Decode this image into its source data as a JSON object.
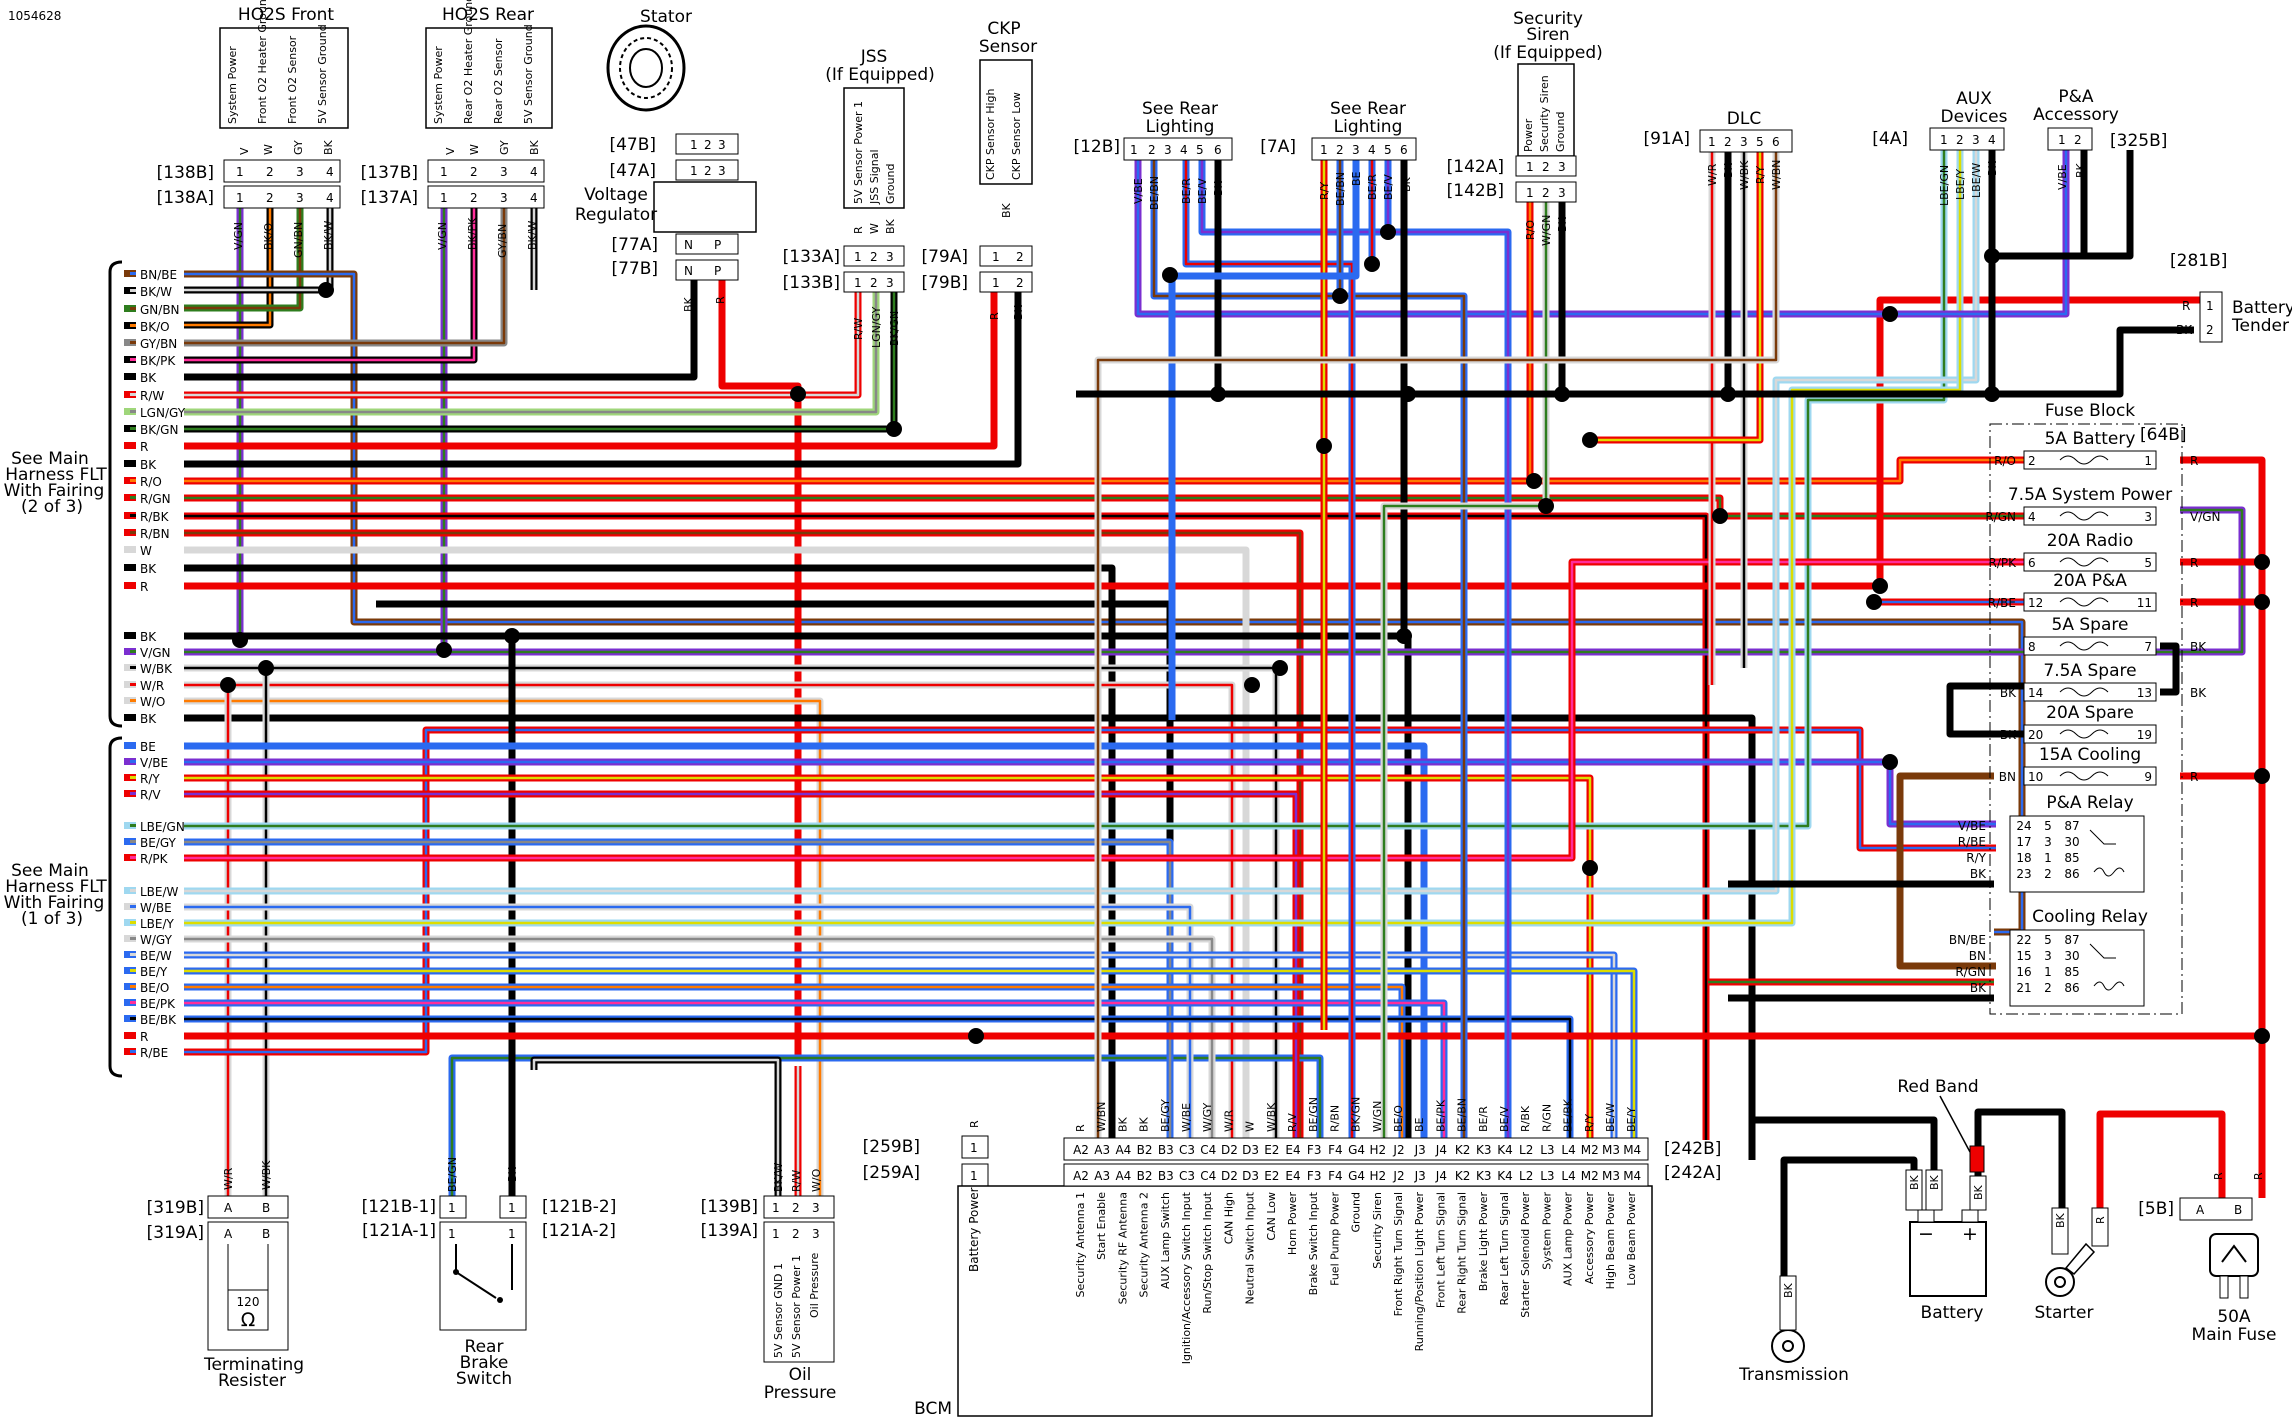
{
  "figure_id": "1054628",
  "components": {
    "ho2s_front": {
      "title": "HO2S Front",
      "pins": [
        "System Power",
        "Front O2 Heater Ground",
        "Front O2 Sensor",
        "5V Sensor Ground"
      ],
      "wires": [
        "V",
        "W",
        "GY",
        "BK"
      ],
      "conn_b": "[138B]",
      "conn_a": "[138A]",
      "nums": [
        "1",
        "2",
        "3",
        "4"
      ],
      "out_wires": [
        "V/GN",
        "BK/O",
        "GN/BN",
        "BK/W"
      ]
    },
    "ho2s_rear": {
      "title": "HO2S Rear",
      "pins": [
        "System Power",
        "Rear O2 Heater Ground",
        "Rear O2 Sensor",
        "5V Sensor Ground"
      ],
      "wires": [
        "V",
        "W",
        "GY",
        "BK"
      ],
      "conn_b": "[137B]",
      "conn_a": "[137A]",
      "nums": [
        "1",
        "2",
        "3",
        "4"
      ],
      "out_wires": [
        "V/GN",
        "BK/PK",
        "GY/BN",
        "BK/W"
      ]
    },
    "stator": {
      "title": "Stator",
      "c1": "[47B]",
      "c2": "[47A]",
      "nums": [
        "1",
        "2",
        "3"
      ]
    },
    "voltage_regulator": {
      "title_1": "Voltage",
      "title_2": "Regulator",
      "c1": "[77A]",
      "c2": "[77B]",
      "pins": [
        "N",
        "P"
      ],
      "wires": [
        "BK",
        "R"
      ]
    },
    "jss": {
      "title": "JSS",
      "subtitle": "(If Equipped)",
      "pins": [
        "5V Sensor Power 1",
        "JSS Signal",
        "Ground"
      ],
      "wires": [
        "R",
        "W",
        "BK"
      ],
      "c1": "[133A]",
      "c2": "[133B]",
      "nums": [
        "1",
        "2",
        "3"
      ],
      "out_wires": [
        "R/W",
        "LGN/GY",
        "BK/GN"
      ]
    },
    "ckp": {
      "title_1": "CKP",
      "title_2": "Sensor",
      "pins": [
        "CKP Sensor High",
        "CKP Sensor Low"
      ],
      "c1": "[79A]",
      "c2": "[79B]",
      "nums": [
        "1",
        "2"
      ],
      "wire_mid": "BK",
      "out_wires": [
        "R",
        "BK"
      ]
    },
    "rear_lighting_1": {
      "title_1": "See Rear",
      "title_2": "Lighting",
      "conn": "[12B]",
      "nums": [
        "1",
        "2",
        "3",
        "4",
        "5",
        "6"
      ],
      "wires": [
        "V/BE",
        "BE/BN",
        "BE/R",
        "BE/V",
        "BK"
      ]
    },
    "rear_lighting_2": {
      "title_1": "See Rear",
      "title_2": "Lighting",
      "conn": "[7A]",
      "nums": [
        "1",
        "2",
        "3",
        "4",
        "5",
        "6"
      ],
      "wires": [
        "R/Y",
        "BE/BN",
        "BE",
        "BE/R",
        "BE/V",
        "BK"
      ]
    },
    "security_siren": {
      "title_1": "Security",
      "title_2": "Siren",
      "subtitle": "(If Equipped)",
      "pins": [
        "Power",
        "Security Siren",
        "Ground"
      ],
      "c1": "[142A]",
      "c2": "[142B]",
      "nums": [
        "1",
        "2",
        "3"
      ],
      "wires": [
        "R/O",
        "W/GN",
        "BK"
      ]
    },
    "dlc": {
      "title": "DLC",
      "conn": "[91A]",
      "nums": [
        "1",
        "2",
        "3",
        "5",
        "6"
      ],
      "wires": [
        "W/R",
        "BK",
        "W/BK",
        "R/Y",
        "W/BN"
      ]
    },
    "aux": {
      "title_1": "AUX",
      "title_2": "Devices",
      "conn": "[4A]",
      "nums": [
        "1",
        "2",
        "3",
        "4"
      ],
      "wires": [
        "LBE/GN",
        "LBE/Y",
        "LBE/W",
        "BK"
      ]
    },
    "pa_accessory": {
      "title_1": "P&A",
      "title_2": "Accessory",
      "conn": "[325B]",
      "nums": [
        "1",
        "2"
      ],
      "wires": [
        "V/BE",
        "BK"
      ]
    },
    "battery_tender": {
      "title_1": "Battery",
      "title_2": "Tender",
      "conn": "[281B]",
      "nums": [
        "1",
        "2"
      ],
      "wires": [
        "R",
        "BK"
      ]
    },
    "fuse_block": {
      "title": "Fuse Block",
      "conn": "[64B]",
      "fuses": [
        {
          "name": "5A Battery",
          "in": "2",
          "out": "1",
          "left_wire": "R/O",
          "right_wire": "R"
        },
        {
          "name": "7.5A System Power",
          "in": "4",
          "out": "3",
          "left_wire": "R/GN",
          "right_wire": "V/GN"
        },
        {
          "name": "20A Radio",
          "in": "6",
          "out": "5",
          "left_wire": "R/PK",
          "right_wire": "R"
        },
        {
          "name": "20A P&A",
          "in": "12",
          "out": "11",
          "left_wire": "R/BE",
          "right_wire": "R"
        },
        {
          "name": "5A Spare",
          "in": "8",
          "out": "7",
          "left_wire": "",
          "right_wire": "BK"
        },
        {
          "name": "7.5A Spare",
          "in": "14",
          "out": "13",
          "left_wire": "BK",
          "right_wire": "BK"
        },
        {
          "name": "20A Spare",
          "in": "20",
          "out": "19",
          "left_wire": "BK",
          "right_wire": ""
        },
        {
          "name": "15A Cooling",
          "in": "10",
          "out": "9",
          "left_wire": "BN",
          "right_wire": "R"
        }
      ],
      "relays": [
        {
          "name": "P&A Relay",
          "rows": [
            [
              "V/BE",
              "24",
              "5",
              "87"
            ],
            [
              "R/BE",
              "17",
              "3",
              "30"
            ],
            [
              "R/Y",
              "18",
              "1",
              "85"
            ],
            [
              "BK",
              "23",
              "2",
              "86"
            ]
          ]
        },
        {
          "name": "Cooling Relay",
          "rows": [
            [
              "BN/BE",
              "22",
              "5",
              "87"
            ],
            [
              "BN",
              "15",
              "3",
              "30"
            ],
            [
              "R/GN",
              "16",
              "1",
              "85"
            ],
            [
              "BK",
              "21",
              "2",
              "86"
            ]
          ]
        }
      ]
    },
    "main_harness_2of3": {
      "line1": "See Main",
      "line2": "Harness FLT",
      "line3": "With Fairing",
      "line4": "(2 of 3)",
      "wires": [
        "BN/BE",
        "BK/W",
        "GN/BN",
        "BK/O",
        "GY/BN",
        "BK/PK",
        "BK",
        "R/W",
        "LGN/GY",
        "BK/GN",
        "R",
        "BK",
        "R/O",
        "R/GN",
        "R/BK",
        "R/BN",
        "W",
        "BK",
        "R",
        "BK",
        "V/GN",
        "W/BK",
        "W/R",
        "W/O",
        "BK"
      ]
    },
    "main_harness_1of3": {
      "line1": "See Main",
      "line2": "Harness FLT",
      "line3": "With Fairing",
      "line4": "(1 of 3)",
      "wires": [
        "BE",
        "V/BE",
        "R/Y",
        "R/V",
        "LBE/GN",
        "BE/GY",
        "R/PK",
        "LBE/W",
        "W/BE",
        "LBE/Y",
        "W/GY",
        "BE/W",
        "BE/Y",
        "BE/O",
        "BE/PK",
        "BE/BK",
        "R",
        "R/BE"
      ]
    },
    "terminating_resister": {
      "title_1": "Terminating",
      "title_2": "Resister",
      "c1": "[319B]",
      "c2": "[319A]",
      "pins": [
        "A",
        "B"
      ],
      "wires": [
        "W/R",
        "W/BK"
      ],
      "value": "120",
      "unit": "Ω"
    },
    "rear_brake_switch": {
      "title_1": "Rear",
      "title_2": "Brake",
      "title_3": "Switch",
      "c1": "[121B-1]",
      "c2": "[121A-1]",
      "c3": "[121B-2]",
      "c4": "[121A-2]",
      "wires": [
        "BE/GN",
        "BK"
      ],
      "pin": "1"
    },
    "oil_pressure": {
      "title_1": "Oil",
      "title_2": "Pressure",
      "c1": "[139B]",
      "c2": "[139A]",
      "nums": [
        "1",
        "2",
        "3"
      ],
      "wires": [
        "BK/W",
        "R/W",
        "W/O"
      ],
      "pins": [
        "5V Sensor GND 1",
        "5V Sensor Power 1",
        "Oil Pressure"
      ]
    },
    "bcm": {
      "title": "BCM",
      "c259b": "[259B]",
      "c259a": "[259A]",
      "c242b": "[242B]",
      "c242a": "[242A]",
      "pwr_pin": "1",
      "pwr_wire": "R",
      "pwr_label": "Battery Power",
      "pins": [
        {
          "pin": "A2",
          "wire": "R",
          "label": "Security Antenna 1"
        },
        {
          "pin": "A3",
          "wire": "W/BN",
          "label": "Start Enable"
        },
        {
          "pin": "A4",
          "wire": "BK",
          "label": "Security RF Antenna"
        },
        {
          "pin": "B2",
          "wire": "BK",
          "label": "Security Antenna 2"
        },
        {
          "pin": "B3",
          "wire": "BE/GY",
          "label": "AUX Lamp Switch"
        },
        {
          "pin": "C3",
          "wire": "W/BE",
          "label": "Ignition/Accessory Switch Input"
        },
        {
          "pin": "C4",
          "wire": "W/GY",
          "label": "Run/Stop Switch Input"
        },
        {
          "pin": "D2",
          "wire": "W/R",
          "label": "CAN High"
        },
        {
          "pin": "D3",
          "wire": "W",
          "label": "Neutral Switch Input"
        },
        {
          "pin": "E2",
          "wire": "W/BK",
          "label": "CAN Low"
        },
        {
          "pin": "E4",
          "wire": "R/V",
          "label": "Horn Power"
        },
        {
          "pin": "F3",
          "wire": "BE/GN",
          "label": "Brake Switch Input"
        },
        {
          "pin": "F4",
          "wire": "R/BN",
          "label": "Fuel Pump Power"
        },
        {
          "pin": "G4",
          "wire": "BK/GN",
          "label": "Ground"
        },
        {
          "pin": "H2",
          "wire": "W/GN",
          "label": "Security Siren"
        },
        {
          "pin": "J2",
          "wire": "BE/O",
          "label": "Front Right Turn Signal"
        },
        {
          "pin": "J3",
          "wire": "BE",
          "label": "Running/Position Light Power"
        },
        {
          "pin": "J4",
          "wire": "BE/PK",
          "label": "Front Left Turn Signal"
        },
        {
          "pin": "K2",
          "wire": "BE/BN",
          "label": "Rear Right Turn Signal"
        },
        {
          "pin": "K3",
          "wire": "BE/R",
          "label": "Brake Light Power"
        },
        {
          "pin": "K4",
          "wire": "BE/V",
          "label": "Rear Left Turn Signal"
        },
        {
          "pin": "L2",
          "wire": "R/BK",
          "label": "Starter Solenoid Power"
        },
        {
          "pin": "L3",
          "wire": "R/GN",
          "label": "System Power"
        },
        {
          "pin": "L4",
          "wire": "BE/BK",
          "label": "AUX Lamp Power"
        },
        {
          "pin": "M2",
          "wire": "R/Y",
          "label": "Accessory Power"
        },
        {
          "pin": "M3",
          "wire": "BE/W",
          "label": "High Beam Power"
        },
        {
          "pin": "M4",
          "wire": "BE/Y",
          "label": "Low Beam Power"
        }
      ]
    },
    "transmission": {
      "title": "Transmission",
      "wire": "BK"
    },
    "battery": {
      "title": "Battery",
      "band": "Red Band",
      "wires": [
        "BK",
        "BK",
        "BK"
      ],
      "minus": "−",
      "plus": "+"
    },
    "starter": {
      "title": "Starter",
      "wires": [
        "BK",
        "R"
      ]
    },
    "main_fuse": {
      "title_1": "50A",
      "title_2": "Main Fuse",
      "conn": "[5B]",
      "pins": [
        "A",
        "B"
      ],
      "wires": [
        "R",
        "R"
      ]
    }
  },
  "colors": {
    "R": "#ee0000",
    "BK": "#000000",
    "BE": "#2b6af0",
    "V": "#7b2fd0",
    "GN": "#2e7d1e",
    "BN": "#7a3a0a",
    "O": "#ff7b00",
    "Y": "#dddd00",
    "GY": "#888888",
    "W": "#d8d8d8",
    "PK": "#ff2d9a",
    "LBE": "#9fd8f0",
    "LGN": "#9fd67a"
  }
}
